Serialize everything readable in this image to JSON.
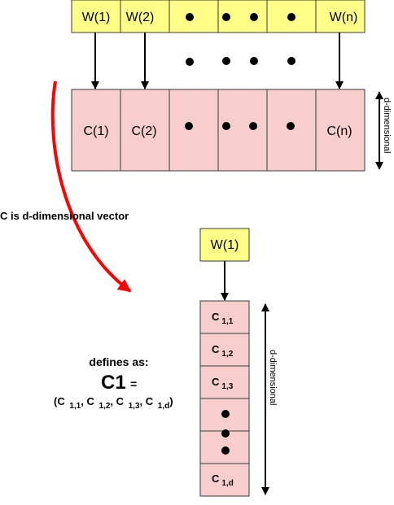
{
  "top_row": {
    "w_first": "W(1)",
    "w_second": "W(2)",
    "w_last": "W(n)"
  },
  "c_row": {
    "c_first": "C(1)",
    "c_second": "C(2)",
    "c_last": "C(n)"
  },
  "dimension_label": "d-dimensional",
  "curve_label": "C is d-dimensional vector",
  "detail": {
    "w_label": "W(1)",
    "cells": [
      {
        "base": "C",
        "sub": "1,1"
      },
      {
        "base": "C",
        "sub": "1,2"
      },
      {
        "base": "C",
        "sub": "1,3"
      },
      {
        "base": "C",
        "sub": "1,d"
      }
    ],
    "dimension_label": "d-dimensional"
  },
  "definition": {
    "line1": "defines as:",
    "symbol": "C1",
    "equals": "=",
    "tuple": [
      {
        "base": "(C ",
        "sub": "1,1"
      },
      {
        "base": ", C ",
        "sub": "1,2"
      },
      {
        "base": ", C ",
        "sub": "1,3"
      },
      {
        "base": ", C ",
        "sub": "1,d"
      }
    ],
    "close": ")"
  },
  "colors": {
    "yellow_box": "#ffff88",
    "pink_box": "#f8cecc",
    "red_arrow": "#ff0000"
  }
}
